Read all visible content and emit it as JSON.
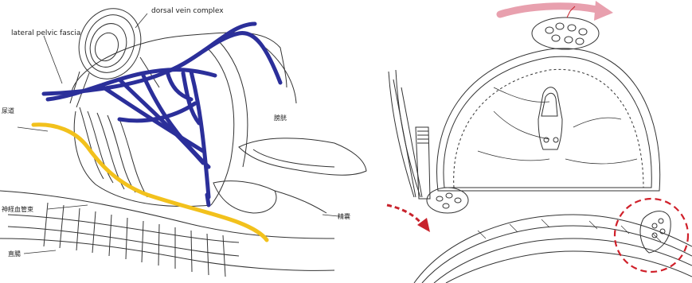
{
  "left_panel": {
    "labels": {
      "dorsal_vein_complex": "dorsal vein complex",
      "lateral_pelvic_fascia": "lateral pelvic fascia",
      "urethra": "尿道",
      "bladder": "膀胱",
      "neurovascular_bundle": "神経血管束",
      "seminal_vesicle": "精嚢",
      "rectum": "直腸"
    },
    "colors": {
      "vein": "#2b2f9a",
      "nerve_bundle": "#f2c11c",
      "line_art": "#333333"
    }
  },
  "right_panel": {
    "colors": {
      "rotation_arrow": "#e8a0ae",
      "dashed_arrow": "#c8232c",
      "highlight_circle": "#d0202a",
      "line_art": "#333333"
    }
  }
}
